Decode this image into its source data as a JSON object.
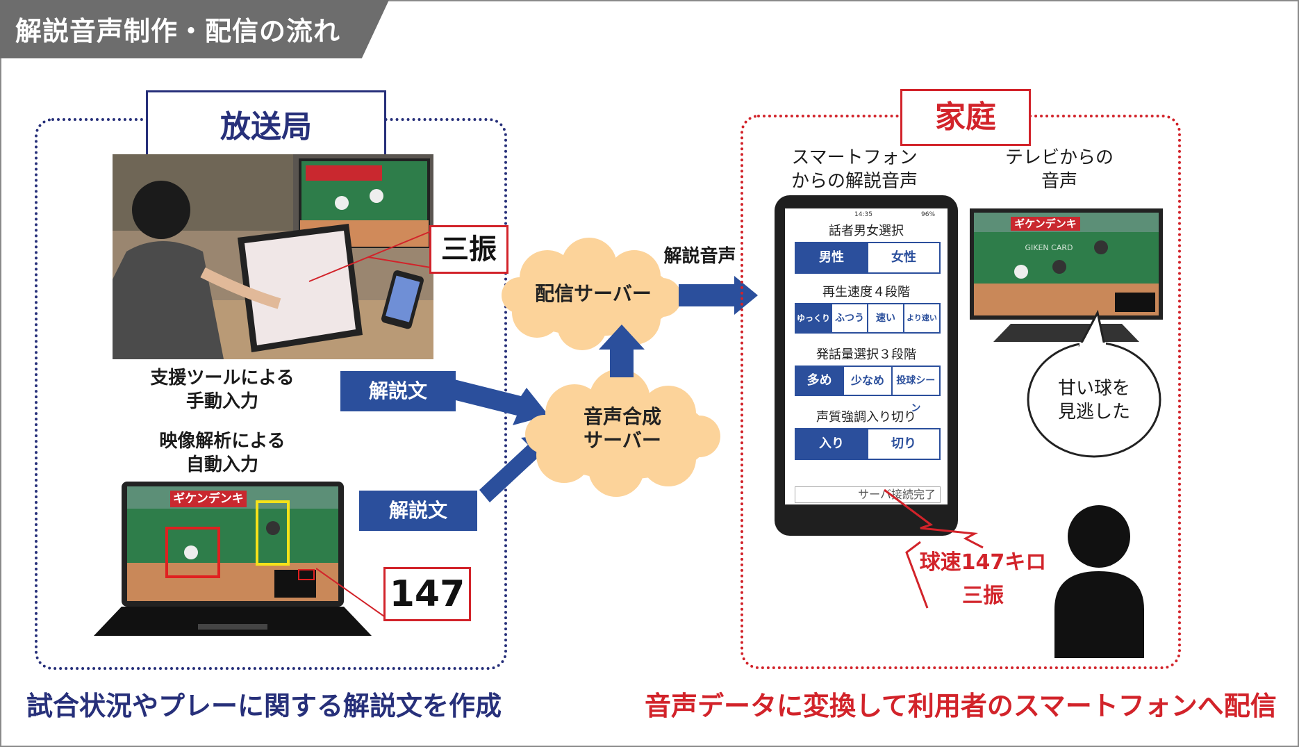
{
  "header": {
    "title": "解説音声制作・配信の流れ"
  },
  "broadcast": {
    "label": "放送局",
    "photo_label": "三振",
    "manual_caption": "支援ツールによる\n手動入力",
    "auto_caption": "映像解析による\n自動入力",
    "laptop_label": "147",
    "scoreboard_brand": "ギケンデンキ",
    "tag_top": "解説文",
    "tag_bottom": "解説文"
  },
  "servers": {
    "delivery": "配信サーバー",
    "synthesis": "音声合成\nサーバー",
    "arrow_label": "解説音声"
  },
  "home": {
    "label": "家庭",
    "phone_caption": "スマートフォン\nからの解説音声",
    "tv_caption": "テレビからの\n音声",
    "tv_brand": "ギケンデンキ",
    "tv_sub": "GIKEN CARD",
    "bubble_text": "甘い球を\n見逃した",
    "spoken_text": "球速147キロ\n三振"
  },
  "phone": {
    "time": "14:35",
    "battery": "96%",
    "section1_title": "話者男女選択",
    "section1_options": [
      "男性",
      "女性"
    ],
    "section2_title": "再生速度４段階",
    "section2_options": [
      "ゆっくり",
      "ふつう",
      "速い",
      "より速い"
    ],
    "section3_title": "発話量選択３段階",
    "section3_options": [
      "多め",
      "少なめ",
      "投球シーン"
    ],
    "section4_title": "声質強調入り切り",
    "section4_options": [
      "入り",
      "切り"
    ],
    "status": "サーバ接続完了"
  },
  "footer": {
    "left": "試合状況やプレーに関する解説文を作成",
    "right": "音声データに変換して利用者のスマートフォンへ配信"
  },
  "colors": {
    "blue": "#2b4f9c",
    "navy": "#27307a",
    "red": "#d2232a",
    "cloud": "#fcd39a"
  }
}
